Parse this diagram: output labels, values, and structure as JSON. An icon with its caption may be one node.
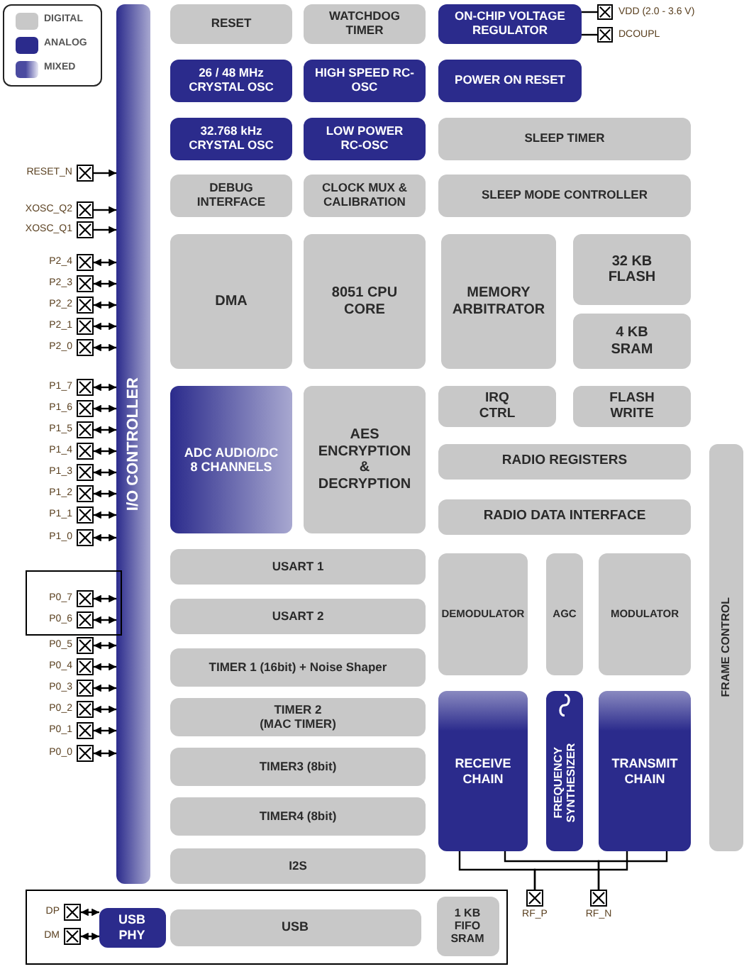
{
  "diagram": {
    "nodes": [
      {
        "text": [
          "RESET"
        ]
      },
      {
        "text": [
          "WATCHDOG TIMER"
        ]
      },
      {
        "text": [
          "ON-CHIP VOLTAGE REGULATOR"
        ]
      },
      {
        "text": [],
        "shape": "box",
        "beside": [
          "VDD (2.0 - 3.6 V)"
        ]
      },
      {
        "text": [],
        "shape": "box",
        "beside": [
          "DCOUPL"
        ]
      },
      {
        "text": [
          "26 / 48 MHz CRYSTAL OSC"
        ]
      },
      {
        "text": [
          "HIGH SPEED RC-OSC"
        ]
      },
      {
        "text": [
          "POWER ON RESET"
        ]
      },
      {
        "text": [
          "32.768 kHz CRYSTAL OSC"
        ]
      },
      {
        "text": [
          "LOW POWER RC-OSC"
        ]
      },
      {
        "text": [
          "SLEEP TIMER"
        ]
      },
      {
        "text": [],
        "shape": "box",
        "beside": [
          "RESET_N"
        ]
      },
      {
        "text": [
          "DEBUG INTERFACE"
        ]
      },
      {
        "text": [
          "CLOCK MUX & CALIBRATION"
        ]
      },
      {
        "text": [
          "SLEEP MODE CONTROLLER"
        ]
      },
      {
        "text": [],
        "shape": "box",
        "beside": [
          "XOSC_Q2"
        ]
      },
      {
        "text": [],
        "shape": "box",
        "beside": [
          "XOSC_Q1"
        ]
      },
      {
        "text": [
          "DMA"
        ]
      },
      {
        "text": [
          "8051 CPU CORE"
        ]
      },
      {
        "text": [
          "MEMORY ARBITRATOR"
        ]
      },
      {
        "text": [
          "32 KB FLASH"
        ]
      },
      {
        "text": [
          "4 KB SRAM"
        ]
      },
      {
        "text": [],
        "shape": "box",
        "beside": [
          "P2_4"
        ]
      },
      {
        "text": [],
        "shape": "box",
        "beside": [
          "P2_3"
        ]
      },
      {
        "text": [],
        "shape": "box",
        "beside": [
          "P2_2"
        ]
      },
      {
        "text": [],
        "shape": "box",
        "beside": [
          "P2_1"
        ]
      },
      {
        "text": [],
        "shape": "box",
        "beside": [
          "P2_0"
        ]
      },
      {
        "text": [],
        "shape": "box",
        "beside": [
          "P1_7"
        ]
      },
      {
        "text": [],
        "shape": "box",
        "beside": [
          "P1_6"
        ]
      },
      {
        "text": [],
        "shape": "box",
        "beside": [
          "P1_5"
        ]
      },
      {
        "text": [],
        "shape": "box",
        "beside": [
          "P1_4"
        ]
      },
      {
        "text": [],
        "shape": "box",
        "beside": [
          "P1_3"
        ]
      },
      {
        "text": [],
        "shape": "box",
        "beside": [
          "P1_2"
        ]
      },
      {
        "text": [],
        "shape": "box",
        "beside": [
          "P1_1"
        ]
      },
      {
        "text": [],
        "shape": "box",
        "beside": [
          "P1_0"
        ]
      },
      {
        "text": [
          "I/O CONTROLLER"
        ]
      },
      {
        "text": [
          "ADC AUDIO/DC 8 CHANNELS"
        ]
      },
      {
        "text": [
          "AES ENCRYPTION & DECRYPTION"
        ]
      },
      {
        "text": [
          "IRQ CTRL"
        ]
      },
      {
        "text": [
          "FLASH WRITE"
        ]
      },
      {
        "text": [
          "RADIO REGISTERS"
        ]
      },
      {
        "text": [
          "RADIO DATA INTERFACE"
        ]
      },
      {
        "text": [
          "FRAME CONTROL"
        ]
      },
      {
        "text": [],
        "shape": "box"
      },
      {
        "text": [],
        "shape": "box",
        "beside": [
          "P0_7"
        ],
        "in": 43
      },
      {
        "text": [],
        "shape": "box",
        "beside": [
          "P0_6"
        ],
        "in": 43
      },
      {
        "text": [
          "USART 1"
        ]
      },
      {
        "text": [
          "USART 2"
        ]
      },
      {
        "text": [
          "DEMODULATOR"
        ]
      },
      {
        "text": [
          "AGC"
        ]
      },
      {
        "text": [
          "MODULATOR"
        ]
      },
      {
        "text": [],
        "shape": "box",
        "beside": [
          "P0_5"
        ]
      },
      {
        "text": [],
        "shape": "box",
        "beside": [
          "P0_4"
        ]
      },
      {
        "text": [],
        "shape": "box",
        "beside": [
          "P0_3"
        ]
      },
      {
        "text": [],
        "shape": "box",
        "beside": [
          "P0_2"
        ]
      },
      {
        "text": [],
        "shape": "box",
        "beside": [
          "P0_1"
        ]
      },
      {
        "text": [],
        "shape": "box",
        "beside": [
          "P0_0"
        ]
      },
      {
        "text": [
          "TIMER 1 (16bit) + Noise Shaper"
        ]
      },
      {
        "text": [
          "TIMER 2 (MAC TIMER)"
        ]
      },
      {
        "text": [
          "TIMER3 (8bit)"
        ]
      },
      {
        "text": [
          "TIMER4 (8bit)"
        ]
      },
      {
        "text": [
          "RECEIVE CHAIN"
        ]
      },
      {
        "text": [
          "FREQUENCY SYNTHESIZER"
        ]
      },
      {
        "text": [
          "TRANSMIT CHAIN"
        ]
      },
      {
        "text": [
          "I2S"
        ]
      },
      {
        "text": [],
        "shape": "box",
        "beside": [
          "RF_P"
        ]
      },
      {
        "text": [],
        "shape": "box",
        "beside": [
          "RF_N"
        ]
      },
      {
        "text": [],
        "shape": "box"
      },
      {
        "text": [],
        "shape": "box",
        "beside": [
          "DP"
        ],
        "in": 67
      },
      {
        "text": [],
        "shape": "box",
        "beside": [
          "DM"
        ],
        "in": 67
      },
      {
        "text": [
          "USB PHY"
        ],
        "in": 67
      },
      {
        "text": [
          "USB"
        ],
        "in": 67
      },
      {
        "text": [
          "1 KB FIFO SRAM"
        ],
        "in": 67
      }
    ],
    "edges": [
      {
        "from": 2,
        "to": 3,
        "arrow": "none"
      },
      {
        "from": 2,
        "to": 4,
        "arrow": "none"
      },
      {
        "from": 11,
        "to": 35,
        "arrow": "to"
      },
      {
        "from": 15,
        "to": 35,
        "arrow": "to"
      },
      {
        "from": 16,
        "to": 35,
        "arrow": "to"
      },
      {
        "from": 22,
        "to": 35,
        "arrow": "both"
      },
      {
        "from": 23,
        "to": 35,
        "arrow": "both"
      },
      {
        "from": 24,
        "to": 35,
        "arrow": "both"
      },
      {
        "from": 25,
        "to": 35,
        "arrow": "both"
      },
      {
        "from": 26,
        "to": 35,
        "arrow": "both"
      },
      {
        "from": 27,
        "to": 35,
        "arrow": "both"
      },
      {
        "from": 28,
        "to": 35,
        "arrow": "both"
      },
      {
        "from": 29,
        "to": 35,
        "arrow": "both"
      },
      {
        "from": 30,
        "to": 35,
        "arrow": "both"
      },
      {
        "from": 31,
        "to": 35,
        "arrow": "both"
      },
      {
        "from": 32,
        "to": 35,
        "arrow": "both"
      },
      {
        "from": 33,
        "to": 35,
        "arrow": "both"
      },
      {
        "from": 34,
        "to": 35,
        "arrow": "both"
      },
      {
        "from": 44,
        "to": 35,
        "arrow": "both"
      },
      {
        "from": 45,
        "to": 35,
        "arrow": "both"
      },
      {
        "from": 51,
        "to": 35,
        "arrow": "both"
      },
      {
        "from": 52,
        "to": 35,
        "arrow": "both"
      },
      {
        "from": 53,
        "to": 35,
        "arrow": "both"
      },
      {
        "from": 54,
        "to": 35,
        "arrow": "both"
      },
      {
        "from": 55,
        "to": 35,
        "arrow": "both"
      },
      {
        "from": 56,
        "to": 35,
        "arrow": "both"
      },
      {
        "from": 68,
        "to": 70,
        "arrow": "both"
      },
      {
        "from": 69,
        "to": 70,
        "arrow": "both"
      },
      {
        "from": 65,
        "to": 61,
        "arrow": "none"
      },
      {
        "from": 65,
        "to": 63,
        "arrow": "none"
      },
      {
        "from": 66,
        "to": 61,
        "arrow": "none"
      },
      {
        "from": 66,
        "to": 63,
        "arrow": "none"
      }
    ],
    "legend": [
      {
        "text": "DIGITAL",
        "color": "#c8c8c8"
      },
      {
        "text": "ANALOG",
        "color": "#2b2b8c"
      },
      {
        "text": "MIXED",
        "color": "#4a4aa0"
      }
    ]
  }
}
